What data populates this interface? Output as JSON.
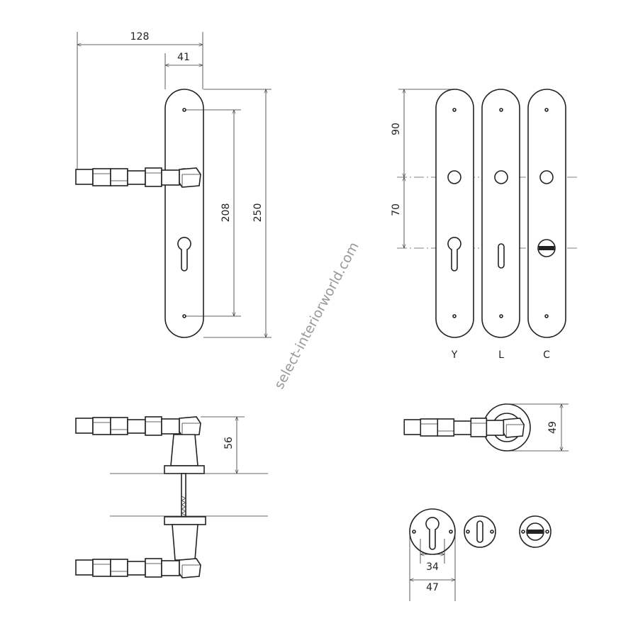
{
  "front_view": {
    "dim_total_width": "128",
    "dim_plate_width": "41",
    "dim_hole_spacing": "208",
    "dim_plate_height": "250"
  },
  "variants_view": {
    "dim_top": "90",
    "dim_middle": "70",
    "labels": [
      "Y",
      "L",
      "C"
    ]
  },
  "side_view": {
    "dim_projection": "56"
  },
  "rosette_view": {
    "dim_height": "49",
    "dim_inner": "34",
    "dim_outer": "47"
  },
  "watermark": "select-interiorworld.com"
}
